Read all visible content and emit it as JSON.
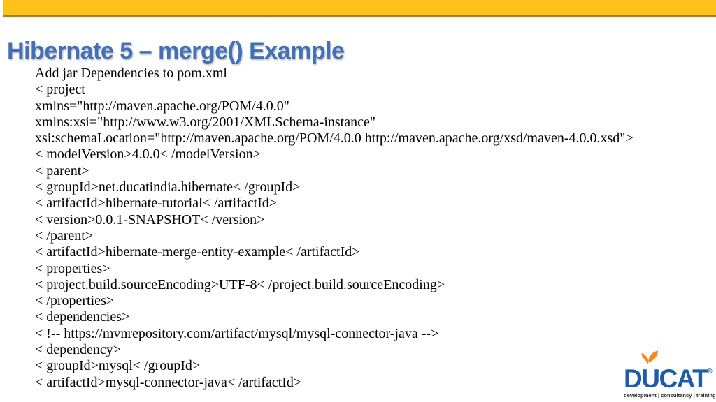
{
  "slide": {
    "title": "Hibernate 5 – merge() Example"
  },
  "colors": {
    "top_bar": "#FFC216",
    "top_bar_edge": "#BE9B2D",
    "title_blue": "#4270B7",
    "body_text": "#000000",
    "logo_blue": "#1D5CA9",
    "logo_orange": "#F6891F"
  },
  "content": {
    "lines": [
      "Add jar Dependencies to pom.xml",
      "< project",
      "xmlns=\"http://maven.apache.org/POM/4.0.0\"",
      "xmlns:xsi=\"http://www.w3.org/2001/XMLSchema-instance\"",
      "xsi:schemaLocation=\"http://maven.apache.org/POM/4.0.0 http://maven.apache.org/xsd/maven-4.0.0.xsd\">",
      "< modelVersion>4.0.0< /modelVersion>",
      "< parent>",
      "< groupId>net.ducatindia.hibernate< /groupId>",
      "< artifactId>hibernate-tutorial< /artifactId>",
      "< version>0.0.1-SNAPSHOT< /version>",
      "< /parent>",
      "< artifactId>hibernate-merge-entity-example< /artifactId>",
      "< properties>",
      "< project.build.sourceEncoding>UTF-8< /project.build.sourceEncoding>",
      "< /properties>",
      "< dependencies>",
      "< !-- https://mvnrepository.com/artifact/mysql/mysql-connector-java -->",
      "< dependency>",
      "< groupId>mysql< /groupId>",
      "< artifactId>mysql-connector-java< /artifactId>"
    ]
  },
  "logo": {
    "name": "DUCAT",
    "registered_mark": "®",
    "tagline": "development | consultancy | training"
  }
}
